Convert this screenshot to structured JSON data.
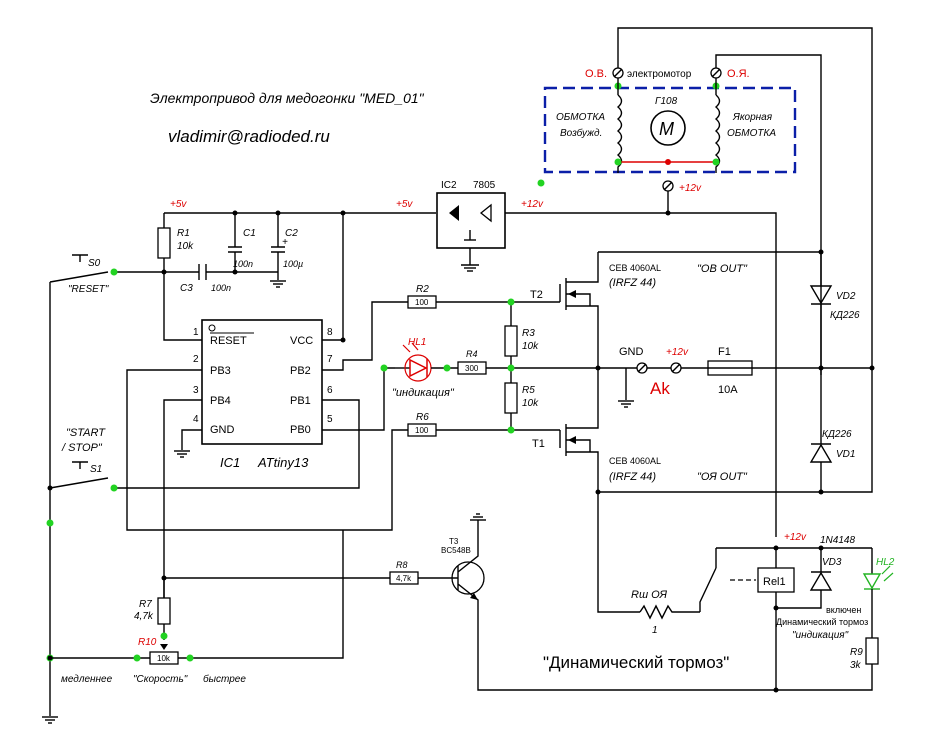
{
  "title": "Электропривод для медогонки  \"MED_01\"",
  "email": "vladimir@radioded.ru",
  "motor": {
    "name": "электромотор",
    "ov": "О.В.",
    "oya": "О.Я.",
    "designator": "Г108",
    "letter": "M",
    "field_line1": "ОБМОТКА",
    "field_line2": "Возбужд.",
    "arm_line1": "Якорная",
    "arm_line2": "ОБМОТКА"
  },
  "labels": {
    "p5_left": "+5v",
    "p5_right": "+5v",
    "p12_reg": "+12v",
    "p12_motor": "+12v",
    "p12_in": "+12v",
    "p12_relay": "+12v",
    "gnd": "GND",
    "ak": "Ak"
  },
  "ic2": {
    "designator": "IC2",
    "part": "7805"
  },
  "r1": {
    "designator": "R1",
    "value": "10k"
  },
  "c1": {
    "designator": "C1",
    "value": "100n"
  },
  "c2": {
    "designator": "C2",
    "polarity": "+",
    "value": "100µ"
  },
  "c3": {
    "designator": "C3",
    "value": "100n"
  },
  "s0": {
    "designator": "S0",
    "label": "\"RESET\""
  },
  "s1": {
    "designator": "S1",
    "label1": "\"START",
    "label2": "/ STOP\""
  },
  "ic1": {
    "designator": "IC1",
    "part": "ATtiny13",
    "pin_reset": "RESET",
    "pin_pb3": "PB3",
    "pin_pb4": "PB4",
    "pin_gnd": "GND",
    "pin_vcc": "VCC",
    "pin_pb2": "PB2",
    "pin_pb1": "PB1",
    "pin_pb0": "PB0"
  },
  "hl1": {
    "designator": "HL1",
    "label": "\"индикация\""
  },
  "r2": {
    "designator": "R2",
    "value": "100"
  },
  "r3": {
    "designator": "R3",
    "value": "10k"
  },
  "r4": {
    "designator": "R4",
    "value": "300"
  },
  "r5": {
    "designator": "R5",
    "value": "10k"
  },
  "r6": {
    "designator": "R6",
    "value": "100"
  },
  "t1": {
    "designator": "T1",
    "part": "CEB 4060AL",
    "alt": "(IRFZ 44)",
    "output": "\"ОЯ  OUT\""
  },
  "t2": {
    "designator": "T2",
    "part": "CEB 4060AL",
    "alt": "(IRFZ 44)",
    "output": "\"ОВ  OUT\""
  },
  "f1": {
    "designator": "F1",
    "value": "10A"
  },
  "vd1": {
    "designator": "VD1",
    "part": "КД226"
  },
  "vd2": {
    "designator": "VD2",
    "part": "КД226"
  },
  "vd3": {
    "designator": "VD3",
    "part": "1N4148"
  },
  "rel1": {
    "designator": "Rel1"
  },
  "rsh": {
    "label": "Rш  ОЯ",
    "value": "1"
  },
  "brake": {
    "title": "\"Динамический тормоз\""
  },
  "hl2": {
    "designator": "HL2",
    "note1": "включен",
    "note2": "Динамический тормоз",
    "note3": "\"индикация\""
  },
  "r9": {
    "designator": "R9",
    "value": "3k"
  },
  "t3": {
    "designator": "T3",
    "part": "BC548B"
  },
  "r8": {
    "designator": "R8",
    "value": "4,7k"
  },
  "r7": {
    "designator": "R7",
    "value": "4,7k"
  },
  "r10": {
    "designator": "R10",
    "value": "10k"
  },
  "speed": {
    "slow": "медленнее",
    "label": "\"Скорость\"",
    "fast": "быстрее"
  }
}
